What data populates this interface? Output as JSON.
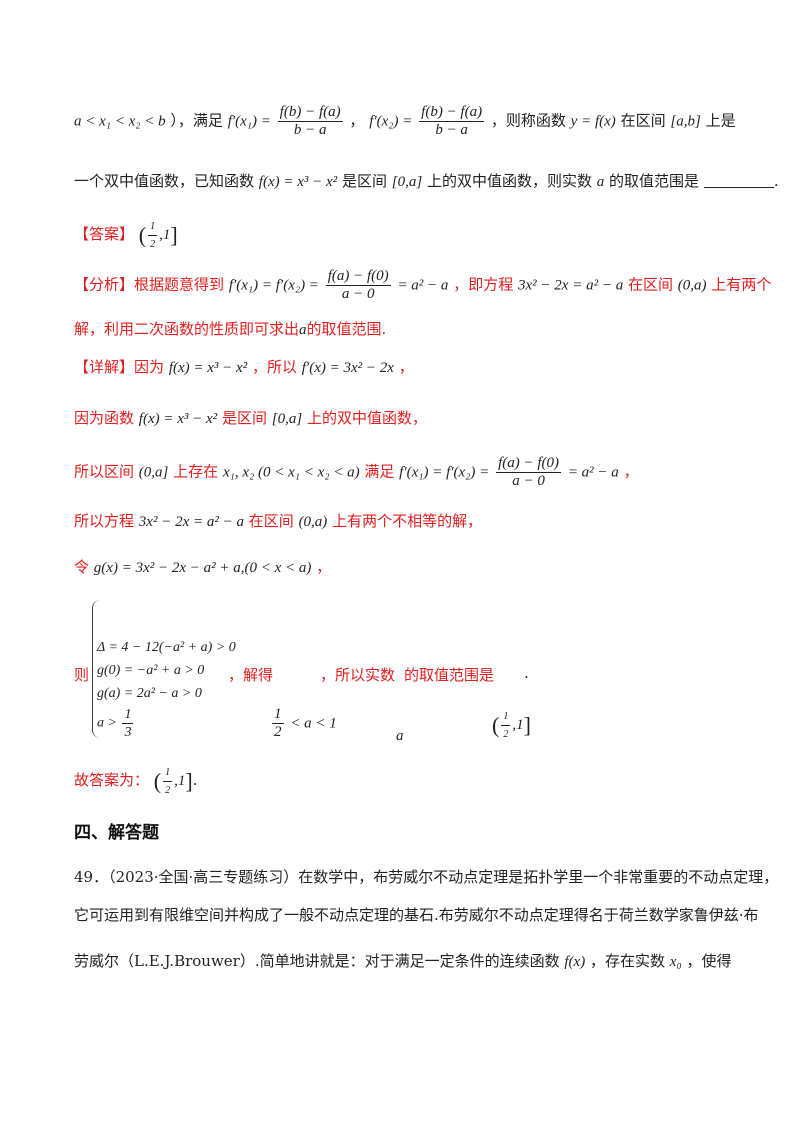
{
  "intro": {
    "cond": "a < x₁ < x₂ < b",
    "satisfy": "），满足",
    "sep": "，",
    "then": "，则称函数",
    "func": "y = f(x)",
    "in_interval": "在区间",
    "interval": "[a,b]",
    "is": "上是",
    "line2_a": "一个双中值函数，已知函数",
    "fx": "f(x) = x³ − x²",
    "line2_b": "是区间",
    "interval2": "[0,a]",
    "line2_c": "上的双中值函数，则实数",
    "a": "a",
    "line2_d": "的取值范围是",
    "end": "."
  },
  "answer": {
    "tag": "【答案】",
    "value_num": "1",
    "value_den": "2",
    "value_rest": ",1"
  },
  "analysis": {
    "tag": "【分析】",
    "text1": "根据题意得到",
    "eq1_left": "f′(x₁) = f′(x₂) =",
    "eq1_num": "f(a) − f(0)",
    "eq1_den": "a − 0",
    "eq1_right": "= a² − a",
    "text2": "，即方程",
    "eq2": "3x² − 2x = a² − a",
    "text3": "在区间",
    "interval": "(0,a)",
    "text4": "上有两个",
    "line2": "解，利用二次函数的性质即可求出",
    "a": "a",
    "line2_end": "的取值范围."
  },
  "detail": {
    "tag": "【详解】",
    "because": "因为",
    "fx": "f(x) = x³ − x²",
    "so": "，所以",
    "fpx": "f′(x) = 3x² − 2x",
    "comma": "，",
    "l2_a": "因为函数",
    "l2_fx": "f(x) = x³ − x²",
    "l2_b": "是区间",
    "l2_interval": "[0,a]",
    "l2_c": "上的双中值函数，",
    "l3_a": "所以区间",
    "l3_interval": "(0,a]",
    "l3_b": "上存在",
    "l3_vars": "x₁, x₂ (0 < x₁ < x₂ < a)",
    "l3_c": "满足",
    "l3_eq_left": "f′(x₁) = f′(x₂) =",
    "l3_num": "f(a) − f(0)",
    "l3_den": "a − 0",
    "l3_eq_right": "= a² − a",
    "l3_end": "，",
    "l4_a": "所以方程",
    "l4_eq": "3x² − 2x = a² − a",
    "l4_b": "在区间",
    "l4_interval": "(0,a)",
    "l4_c": "上有两个不相等的解，",
    "l5_a": "令",
    "l5_eq": "g(x) = 3x² − 2x − a² + a,(0 < x < a)",
    "l5_end": "，",
    "then": "则",
    "system": [
      "Δ = 4 − 12(−a² + a) > 0",
      "g(0) = −a² + a > 0",
      "g(a) = 2a² − a > 0"
    ],
    "sys_last_left": "a >",
    "sys_last_num": "1",
    "sys_last_den": "3",
    "solve": "，解得",
    "sol_num": "1",
    "sol_den": "2",
    "sol_rest": "< a < 1",
    "so_real": "，所以实数",
    "sol_a": "a",
    "range_is": "的取值范围是",
    "range_num": "1",
    "range_den": "2",
    "range_rest": ",1",
    "dot": "."
  },
  "final": {
    "text": "故答案为：",
    "num": "1",
    "den": "2",
    "rest": ",1",
    "end": "."
  },
  "section": {
    "title": "四、解答题"
  },
  "problem49": {
    "line1": "49．（2023·全国·高三专题练习）在数学中，布劳威尔不动点定理是拓扑学里一个非常重要的不动点定理，",
    "line2": "它可运用到有限维空间并构成了一般不动点定理的基石.布劳威尔不动点定理得名于荷兰数学家鲁伊兹·布",
    "line3_a": "劳威尔（L.E.J.Brouwer）.简单地讲就是：对于满足一定条件的连续函数",
    "line3_fx": "f(x)",
    "line3_b": "，存在实数",
    "line3_x0": "x₀",
    "line3_c": "，使得"
  }
}
